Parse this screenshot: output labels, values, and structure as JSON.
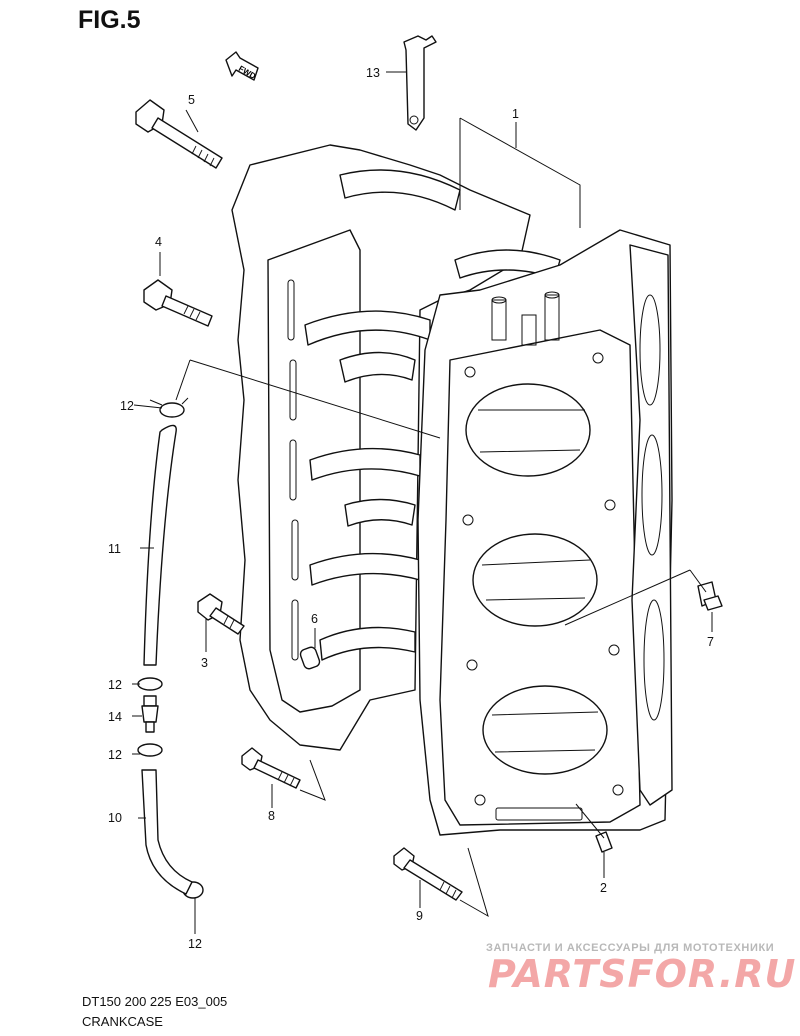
{
  "figure": {
    "title": "FIG.5",
    "model_code": "DT150 200 225 E03_005",
    "group_name": "CRANKCASE",
    "direction_label": "FWD"
  },
  "callouts": [
    {
      "id": "c1",
      "label": "1"
    },
    {
      "id": "c2",
      "label": "2"
    },
    {
      "id": "c3",
      "label": "3"
    },
    {
      "id": "c4",
      "label": "4"
    },
    {
      "id": "c5",
      "label": "5"
    },
    {
      "id": "c6",
      "label": "6"
    },
    {
      "id": "c7",
      "label": "7"
    },
    {
      "id": "c8",
      "label": "8"
    },
    {
      "id": "c9",
      "label": "9"
    },
    {
      "id": "c10",
      "label": "10"
    },
    {
      "id": "c11",
      "label": "11"
    },
    {
      "id": "c12a",
      "label": "12"
    },
    {
      "id": "c12b",
      "label": "12"
    },
    {
      "id": "c12c",
      "label": "12"
    },
    {
      "id": "c12d",
      "label": "12"
    },
    {
      "id": "c13",
      "label": "13"
    },
    {
      "id": "c14",
      "label": "14"
    }
  ],
  "watermark": {
    "tagline": "ЗАПЧАСТИ И АКСЕССУАРЫ ДЛЯ МОТОТЕХНИКИ",
    "brand": "PARTSFOR.RU",
    "color": "#f08a8a"
  }
}
